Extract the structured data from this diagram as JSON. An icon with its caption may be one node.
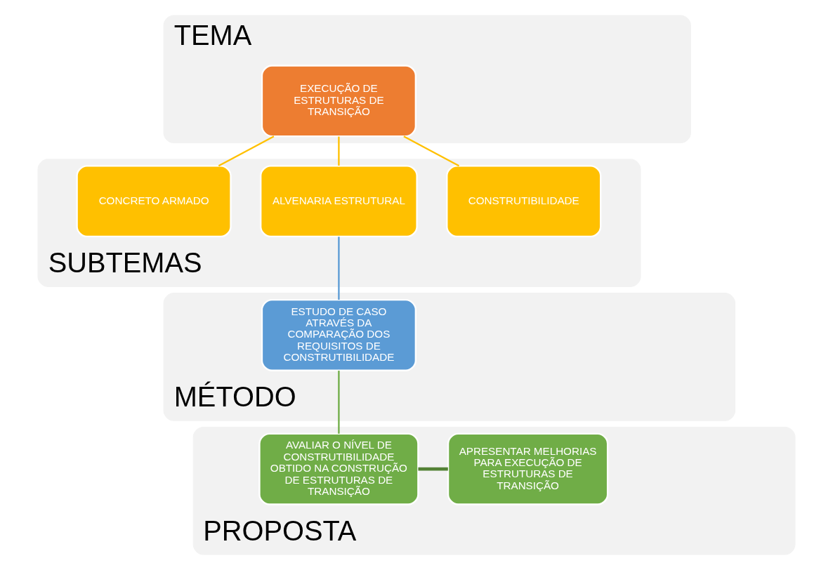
{
  "diagram": {
    "nodes": [
      {
        "text": [
          "TEMA"
        ]
      },
      {
        "text": [
          "EXECUÇÃO DE ESTRUTURAS DE TRANSIÇÃO"
        ],
        "in": 0
      },
      {
        "text": [
          "SUBTEMAS"
        ]
      },
      {
        "text": [
          "CONSTRUTIBILIDADE"
        ],
        "in": 2
      },
      {
        "text": [
          "ALVENARIA ESTRUTURAL"
        ],
        "in": 2
      },
      {
        "text": [
          "CONCRETO ARMADO"
        ],
        "in": 2
      },
      {
        "text": [
          "MÉTODO"
        ]
      },
      {
        "text": [
          "ESTUDO DE CASO ATRAVÉS DA COMPARAÇÃO DOS REQUISITOS DE CONSTRUTIBILIDADE"
        ],
        "in": 6
      },
      {
        "text": [
          "PROPOSTA"
        ]
      },
      {
        "text": [
          "AVALIAR O NÍVEL DE CONSTRUTIBILIDADE OBTIDO NA CONSTRUÇÃO DE ESTRUTURAS DE TRANSIÇÃO"
        ],
        "in": 8
      },
      {
        "text": [
          "APRESENTAR MELHORIAS PARA EXECUÇÃO DE ESTRUTURAS DE TRANSIÇÃO"
        ],
        "in": 8
      }
    ],
    "edges": [
      {
        "from": 1,
        "to": 3,
        "arrow": "none",
        "color": "#ffc000"
      },
      {
        "from": 1,
        "to": 4,
        "arrow": "none",
        "color": "#ffc000"
      },
      {
        "from": 1,
        "to": 5,
        "arrow": "none",
        "color": "#ffc000"
      },
      {
        "from": 4,
        "to": 7,
        "arrow": "none",
        "color": "#5b9bd5"
      },
      {
        "from": 7,
        "to": 9,
        "arrow": "none",
        "color": "#70ad47"
      },
      {
        "from": 9,
        "to": 10,
        "arrow": "none",
        "color": "#538135",
        "style": "thick"
      }
    ]
  }
}
